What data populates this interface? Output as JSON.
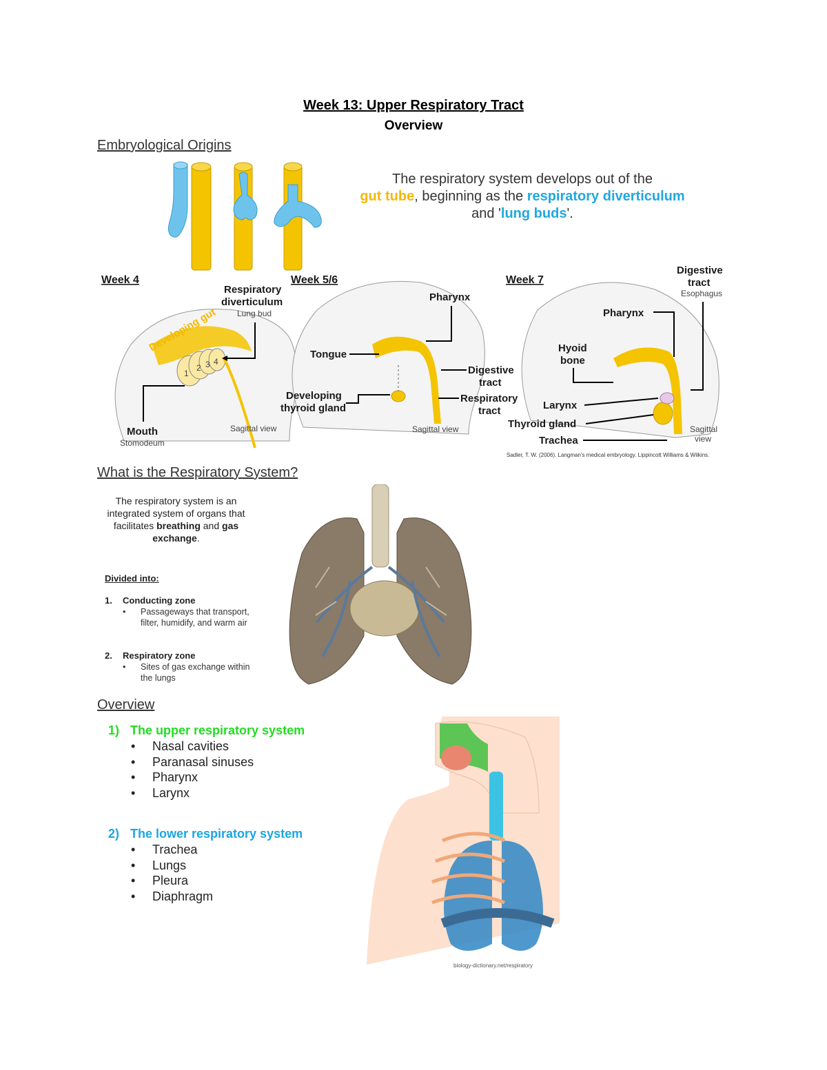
{
  "title": "Week 13: Upper Respiratory Tract",
  "subtitle": "Overview",
  "sections": {
    "embryo": "Embryological Origins",
    "what": "What is the Respiratory System?",
    "overview": "Overview"
  },
  "intro": {
    "line1": "The respiratory system develops out of the",
    "gut_tube": "gut tube",
    "mid": ", beginning as the",
    "resp": "respiratory diverticulum",
    "and": " and '",
    "lung_buds": "lung buds",
    "end": "'."
  },
  "weeks": {
    "w4": {
      "title": "Week 4",
      "resp_div": [
        "Respiratory",
        "diverticulum"
      ],
      "lung_bud": "Lung bud",
      "dev_gut": "Developing gut",
      "mouth": "Mouth",
      "stomodeum": "Stomodeum",
      "view": "Sagittal view",
      "arches": [
        "1",
        "2",
        "3",
        "4"
      ]
    },
    "w56": {
      "title": "Week 5/6",
      "pharynx": "Pharynx",
      "tongue": "Tongue",
      "dig": [
        "Digestive",
        "tract"
      ],
      "resp": [
        "Respiratory",
        "tract"
      ],
      "thyroid": [
        "Developing",
        "thyroid gland"
      ],
      "view": "Sagittal view"
    },
    "w7": {
      "title": "Week 7",
      "dig": [
        "Digestive",
        "tract"
      ],
      "esoph": "Esophagus",
      "pharynx": "Pharynx",
      "hyoid": [
        "Hyoid",
        "bone"
      ],
      "larynx": "Larynx",
      "thyroid": "Thyroid gland",
      "trachea": "Trachea",
      "view": [
        "Sagittal",
        "view"
      ]
    },
    "credit": "Sadler, T. W. (2006). Langman's medical embryology. Lippincott Williams & Wilkins."
  },
  "definition": {
    "pre": "The respiratory system is an integrated system of organs that facilitates ",
    "b1": "breathing",
    "mid": " and ",
    "b2": "gas exchange",
    "end": ".",
    "divided": "Divided into:",
    "zones": [
      {
        "num": "1.",
        "name": "Conducting zone",
        "desc": "Passageways that transport, filter, humidify, and warm air"
      },
      {
        "num": "2.",
        "name": "Respiratory zone",
        "desc": "Sites of gas exchange within the lungs"
      }
    ]
  },
  "overview": {
    "upper": {
      "num": "1)",
      "title": "The upper respiratory system",
      "items": [
        "Nasal cavities",
        "Paranasal sinuses",
        "Pharynx",
        "Larynx"
      ]
    },
    "lower": {
      "num": "2)",
      "title": "The lower respiratory system",
      "items": [
        "Trachea",
        "Lungs",
        "Pleura",
        "Diaphragm"
      ]
    }
  },
  "figure_credit": "biology-dictionary.net/respiratory",
  "colors": {
    "gut": "#f4c400",
    "bud": "#6ec3ec",
    "upper": "#22dd22",
    "lower": "#1ba6e0"
  }
}
